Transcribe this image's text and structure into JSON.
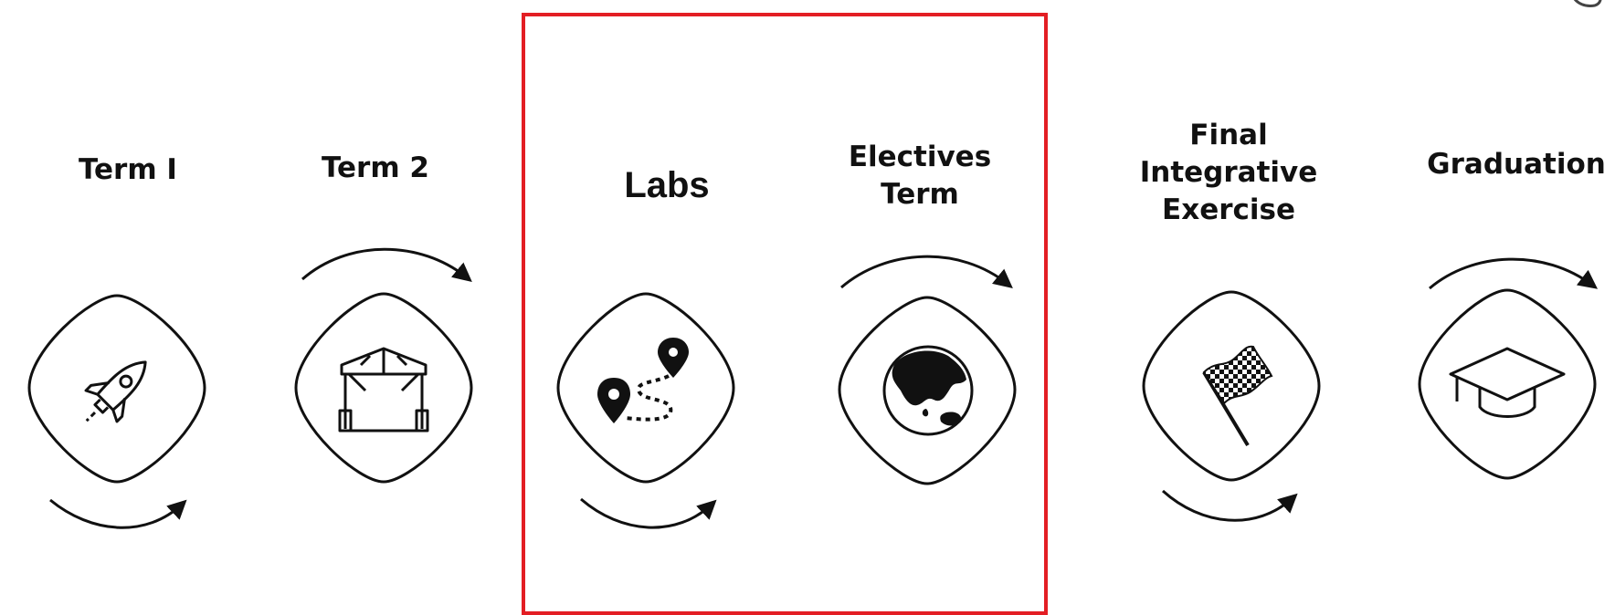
{
  "steps": [
    {
      "label": "Term I",
      "icon": "rocket-icon"
    },
    {
      "label": "Term 2",
      "icon": "frame-structure-icon"
    },
    {
      "label": "Labs",
      "icon": "route-pins-icon"
    },
    {
      "label": "Electives\nTerm",
      "icon": "globe-icon"
    },
    {
      "label": "Final\nIntegrative\nExercise",
      "icon": "checkered-flag-icon"
    },
    {
      "label": "Graduation",
      "icon": "graduation-cap-icon"
    }
  ],
  "colors": {
    "highlight": "#e31e24",
    "stroke": "#111111"
  }
}
